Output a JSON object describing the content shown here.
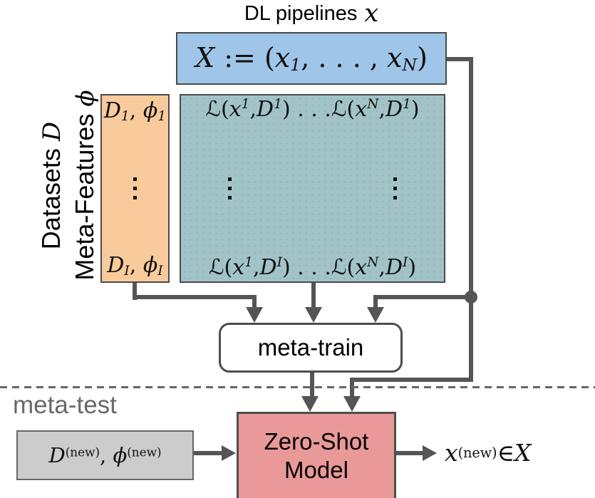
{
  "colors": {
    "pipelines_fill": "#9fc5e8",
    "datasets_fill": "#f9cb9c",
    "loss_fill": "#a2c4c9",
    "zero_shot_fill": "#ea9999",
    "new_task_fill": "#cccccc",
    "connector": "#555555",
    "box_border": "#4a4a4a",
    "muted_text": "#696969"
  },
  "header": {
    "label": "DL pipelines",
    "math": [
      {
        "t": "it",
        "v": "x"
      }
    ]
  },
  "left_axis": {
    "line1_label": "Datasets",
    "line1_math": [
      {
        "t": "cal",
        "v": "D"
      }
    ],
    "line2_label": "Meta-Features",
    "line2_math": [
      {
        "t": "it",
        "v": "ϕ"
      }
    ]
  },
  "pipelines_box": {
    "formula": [
      {
        "t": "cal",
        "v": "X"
      },
      {
        "t": "rm",
        "v": " := ("
      },
      {
        "t": "it",
        "v": "x"
      },
      {
        "t": "sub",
        "v": "1"
      },
      {
        "t": "rm",
        "v": ", . . . , "
      },
      {
        "t": "it",
        "v": "x"
      },
      {
        "t": "sub",
        "v": "N"
      },
      {
        "t": "rm",
        "v": ")"
      }
    ]
  },
  "datasets_box": {
    "top": [
      {
        "t": "it",
        "v": "D"
      },
      {
        "t": "sub",
        "v": "1"
      },
      {
        "t": "rm",
        "v": ", "
      },
      {
        "t": "it",
        "v": "ϕ"
      },
      {
        "t": "sub",
        "v": "1"
      }
    ],
    "bottom": [
      {
        "t": "it",
        "v": "D"
      },
      {
        "t": "sub",
        "v": "I"
      },
      {
        "t": "rm",
        "v": ", "
      },
      {
        "t": "it",
        "v": "ϕ"
      },
      {
        "t": "sub",
        "v": "I"
      }
    ]
  },
  "loss_matrix": {
    "top_row": [
      {
        "t": "scr",
        "v": "ℒ"
      },
      {
        "t": "rm",
        "v": "("
      },
      {
        "t": "it",
        "v": "x"
      },
      {
        "t": "sub",
        "v": "1"
      },
      {
        "t": "rm",
        "v": ", "
      },
      {
        "t": "it",
        "v": "D"
      },
      {
        "t": "sub",
        "v": "1"
      },
      {
        "t": "rm",
        "v": ") . . . "
      },
      {
        "t": "scr",
        "v": "ℒ"
      },
      {
        "t": "rm",
        "v": "("
      },
      {
        "t": "it",
        "v": "x"
      },
      {
        "t": "sub",
        "v": "N"
      },
      {
        "t": "rm",
        "v": ", "
      },
      {
        "t": "it",
        "v": "D"
      },
      {
        "t": "sub",
        "v": "1"
      },
      {
        "t": "rm",
        "v": ")"
      }
    ],
    "bottom_row": [
      {
        "t": "scr",
        "v": "ℒ"
      },
      {
        "t": "rm",
        "v": "("
      },
      {
        "t": "it",
        "v": "x"
      },
      {
        "t": "sub",
        "v": "1"
      },
      {
        "t": "rm",
        "v": ", "
      },
      {
        "t": "it",
        "v": "D"
      },
      {
        "t": "sub",
        "v": "I"
      },
      {
        "t": "rm",
        "v": ") . . . "
      },
      {
        "t": "scr",
        "v": "ℒ"
      },
      {
        "t": "rm",
        "v": "("
      },
      {
        "t": "it",
        "v": "x"
      },
      {
        "t": "sub",
        "v": "N"
      },
      {
        "t": "rm",
        "v": ", "
      },
      {
        "t": "it",
        "v": "D"
      },
      {
        "t": "sub",
        "v": "I"
      },
      {
        "t": "rm",
        "v": ")"
      }
    ]
  },
  "meta_train": {
    "label": "meta-train"
  },
  "meta_test": {
    "label": "meta-test"
  },
  "new_task_box": {
    "formula": [
      {
        "t": "it",
        "v": "D"
      },
      {
        "t": "sup",
        "v": "(new)"
      },
      {
        "t": "rm",
        "v": ", "
      },
      {
        "t": "it",
        "v": "ϕ"
      },
      {
        "t": "sup",
        "v": "(new)"
      }
    ]
  },
  "zero_shot_box": {
    "line1": "Zero-Shot",
    "line2": "Model"
  },
  "output": {
    "formula": [
      {
        "t": "it",
        "v": "x"
      },
      {
        "t": "sup",
        "v": "(new)"
      },
      {
        "t": "rm",
        "v": " ∈ "
      },
      {
        "t": "cal",
        "v": "X"
      }
    ]
  }
}
